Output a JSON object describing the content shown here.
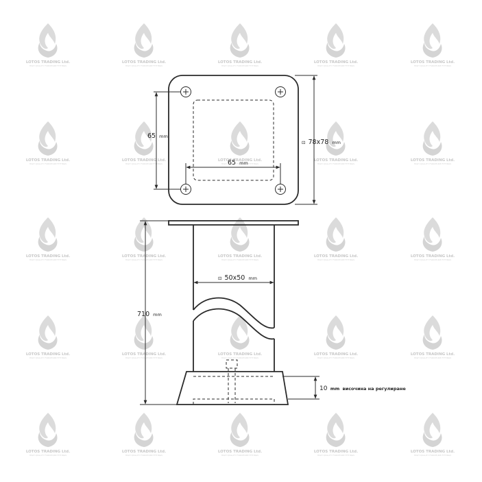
{
  "watermark": {
    "brand": "LOTOS TRADING Ltd.",
    "tagline": "HIGH QUALITY FURNITURE FITTINGS",
    "color": "#c8c8c8"
  },
  "top_view": {
    "hole_spacing_vertical": {
      "value": "65",
      "unit": "mm"
    },
    "hole_spacing_horizontal": {
      "value": "65",
      "unit": "mm"
    },
    "plate_size": {
      "symbol": "⊡",
      "value": "78x78",
      "unit": "mm"
    }
  },
  "side_view": {
    "tube_size": {
      "symbol": "⊡",
      "value": "50x50",
      "unit": "mm"
    },
    "height": {
      "value": "710",
      "unit": "mm"
    },
    "adjustment": {
      "value": "10",
      "unit": "mm",
      "text": "височина на регулиране"
    }
  }
}
